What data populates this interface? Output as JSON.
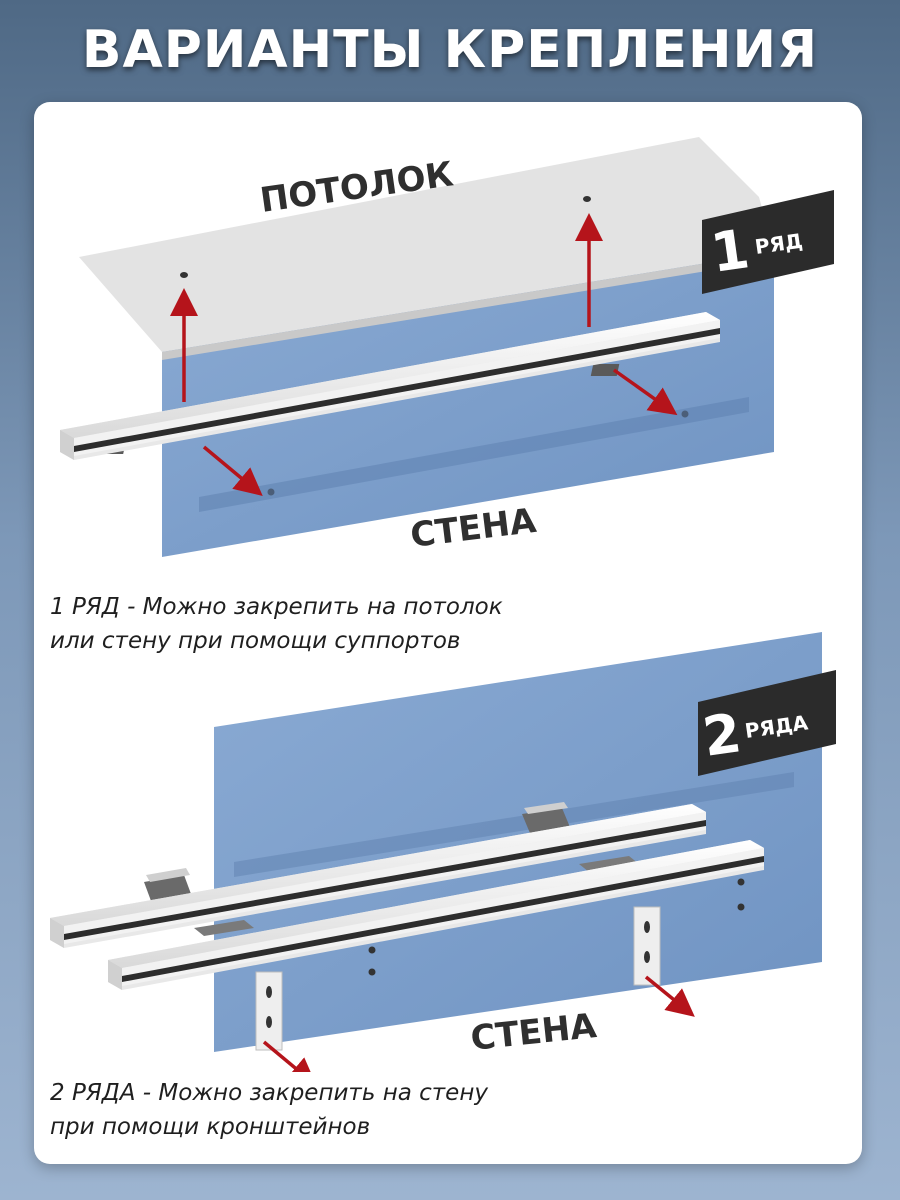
{
  "header": {
    "title": "ВАРИАНТЫ КРЕПЛЕНИЯ"
  },
  "section1": {
    "ceiling_label": "ПОТОЛОК",
    "wall_label": "СТЕНА",
    "badge_number": "1",
    "badge_word": "РЯД",
    "caption_line1": "1 РЯД - Можно закрепить на потолок",
    "caption_line2": "или стену при помощи суппортов"
  },
  "section2": {
    "wall_label": "СТЕНА",
    "badge_number": "2",
    "badge_word": "РЯДА",
    "caption_line1": "2 РЯДА - Можно закрепить на стену",
    "caption_line2": "при помощи кронштейнов"
  },
  "colors": {
    "wall_blue": "#7c9ecb",
    "ceiling_gray": "#e3e3e3",
    "arrow_red": "#b5141b",
    "badge_dark": "#2b2b2b",
    "rail_white": "#f4f4f4"
  },
  "icons": {
    "mounting_arrow": "arrow-icon",
    "rail": "curtain-rail-profile"
  }
}
